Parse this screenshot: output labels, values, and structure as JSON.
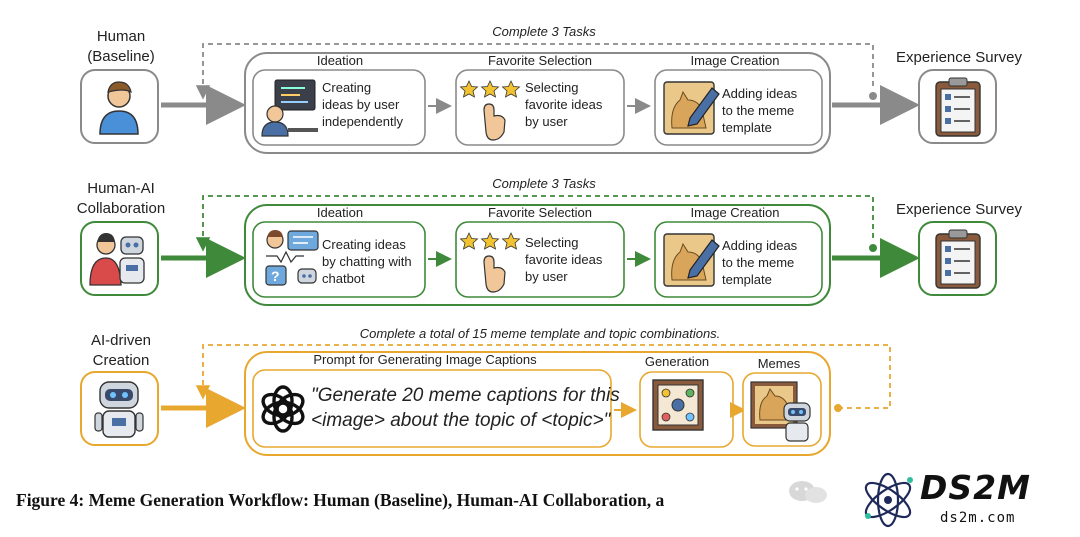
{
  "rows": [
    {
      "actor_line1": "Human",
      "actor_line2": "(Baseline)",
      "loop_label": "Complete 3 Tasks",
      "stages": [
        {
          "title": "Ideation",
          "lines": [
            "Creating",
            "ideas by user",
            "independently"
          ]
        },
        {
          "title": "Favorite Selection",
          "lines": [
            "Selecting",
            "favorite ideas",
            "by user"
          ]
        },
        {
          "title": "Image Creation",
          "lines": [
            "Adding ideas",
            "to the meme",
            "template"
          ]
        }
      ],
      "survey_label": "Experience Survey"
    },
    {
      "actor_line1": "Human-AI",
      "actor_line2": "Collaboration",
      "loop_label": "Complete 3 Tasks",
      "stages": [
        {
          "title": "Ideation",
          "lines": [
            "Creating ideas",
            "by chatting with",
            "chatbot"
          ]
        },
        {
          "title": "Favorite Selection",
          "lines": [
            "Selecting",
            "favorite ideas",
            "by user"
          ]
        },
        {
          "title": "Image Creation",
          "lines": [
            "Adding ideas",
            "to the meme",
            "template"
          ]
        }
      ],
      "survey_label": "Experience Survey"
    },
    {
      "actor_line1": "AI-driven",
      "actor_line2": "Creation",
      "loop_label": "Complete a total of 15 meme template and topic combinations.",
      "prompt_title": "Prompt for Generating Image Captions",
      "prompt_line1": "\"Generate 20 meme captions for this",
      "prompt_line2": "<image> about the topic of <topic>\"",
      "generation_label": "Generation",
      "memes_label": "Memes"
    }
  ],
  "caption": "Figure 4: Meme Generation Workflow: Human (Baseline), Human-AI Collaboration, a",
  "logo": {
    "word": "DS2M",
    "sub": "ds2m.com"
  },
  "colors": {
    "gray": "#8a8a8a",
    "green": "#3f8a3a",
    "orange": "#e8a830",
    "icon_blue": "#4a6fa5",
    "skin": "#f1c79a"
  }
}
